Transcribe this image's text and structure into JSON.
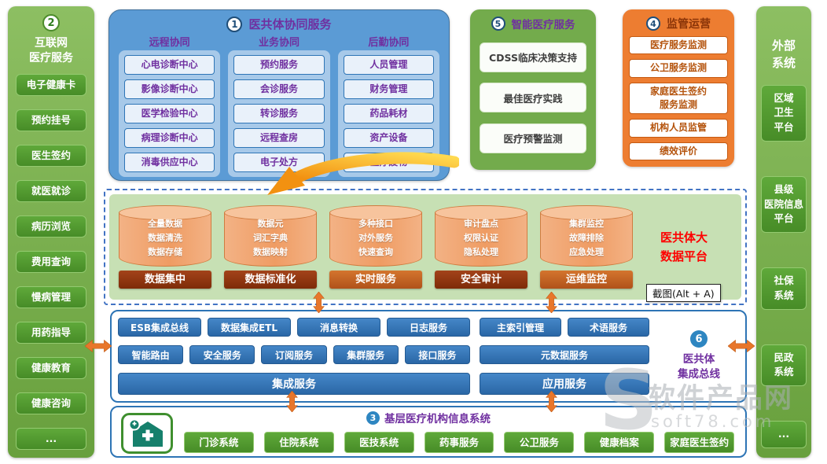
{
  "left_sidebar": {
    "badge": "2",
    "title": "互联网\n医疗服务",
    "items": [
      "电子健康卡",
      "预约挂号",
      "医生签约",
      "就医就诊",
      "病历浏览",
      "费用查询",
      "慢病管理",
      "用药指导",
      "健康教育",
      "健康咨询",
      "..."
    ]
  },
  "collab": {
    "badge": "1",
    "title": "医共体协同服务",
    "columns": [
      {
        "header": "远程协同",
        "items": [
          "心电诊断中心",
          "影像诊断中心",
          "医学检验中心",
          "病理诊断中心",
          "消毒供应中心"
        ]
      },
      {
        "header": "业务协同",
        "items": [
          "预约服务",
          "会诊服务",
          "转诊服务",
          "远程查房",
          "电子处方"
        ]
      },
      {
        "header": "后勤协同",
        "items": [
          "人员管理",
          "财务管理",
          "药品耗材",
          "资产设备",
          "医疗废物"
        ]
      }
    ]
  },
  "smart": {
    "badge": "5",
    "title": "智能医疗服务",
    "items": [
      "CDSS临床决策支持",
      "最佳医疗实践",
      "医疗预警监测"
    ]
  },
  "supervision": {
    "badge": "4",
    "title": "监管运营",
    "items": [
      "医疗服务监测",
      "公卫服务监测",
      "家庭医生签约\n服务监测",
      "机构人员监管",
      "绩效评价"
    ]
  },
  "platform": {
    "title": "医共体大\n数据平台",
    "modules": [
      {
        "lines": "全量数据\n数据清洗\n数据存储",
        "label": "数据集中"
      },
      {
        "lines": "数据元\n词汇字典\n数据映射",
        "label": "数据标准化"
      },
      {
        "lines": "多种接口\n对外服务\n快速查询",
        "label": "实时服务"
      },
      {
        "lines": "审计盘点\n权限认证\n隐私处理",
        "label": "安全审计"
      },
      {
        "lines": "集群监控\n故障排除\n应急处理",
        "label": "运维监控"
      }
    ]
  },
  "tooltip": "截图(Alt + A)",
  "bus": {
    "badge": "6",
    "title": "医共体\n集成总线",
    "left": {
      "row1": [
        "ESB集成总线",
        "数据集成ETL",
        "消息转换",
        "日志服务"
      ],
      "row2": [
        "智能路由",
        "安全服务",
        "订阅服务",
        "集群服务",
        "接口服务"
      ],
      "row3": "集成服务"
    },
    "right": {
      "row1": [
        "主索引管理",
        "术语服务"
      ],
      "row2": "元数据服务",
      "row3": "应用服务"
    }
  },
  "primary": {
    "badge": "3",
    "title": "基层医疗机构信息系统",
    "items": [
      "门诊系统",
      "住院系统",
      "医技系统",
      "药事服务",
      "公卫服务",
      "健康档案",
      "家庭医生签约"
    ]
  },
  "external": {
    "title": "外部\n系统",
    "items": [
      "区域\n卫生\n平台",
      "县级\n医院信息\n平台",
      "社保\n系统",
      "民政\n系统",
      "..."
    ]
  },
  "watermark": {
    "monogram": "S",
    "brand": "软件产品网",
    "domain": "soft78.com"
  },
  "colors": {
    "panel_green": "#74ad4a",
    "item_green": "#4f9b2f",
    "panel_blue": "#5b9bd5",
    "button_blue": "#2e75b6",
    "panel_orange": "#ed7d31",
    "platform_bg": "#c7e0b4",
    "cylinder_orange": "#f1a36c",
    "label_dark": "#8c3110",
    "label_light": "#bf5a1d",
    "title_purple": "#7030a0",
    "platform_title_red": "#fe0000",
    "arrow_orange": "#e8762b"
  }
}
